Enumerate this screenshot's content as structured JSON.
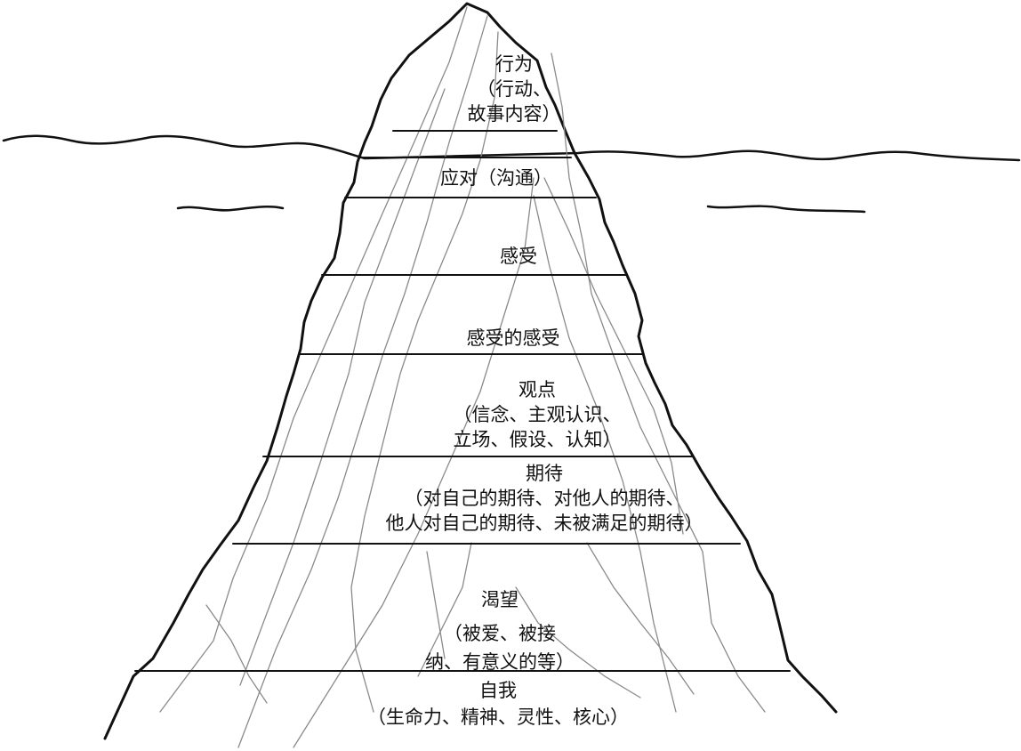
{
  "diagram": {
    "type": "iceberg",
    "colors": {
      "outline": "#111111",
      "crack": "#8a8a8a",
      "water": "#111111",
      "background": "#ffffff"
    },
    "layers": [
      {
        "id": "behavior",
        "lines": [
          "行为",
          "（行动、",
          "故事内容）"
        ]
      },
      {
        "id": "coping",
        "lines": [
          "应对（沟通）"
        ]
      },
      {
        "id": "feelings",
        "lines": [
          "感受"
        ]
      },
      {
        "id": "feelings-about-feelings",
        "lines": [
          "感受的感受"
        ]
      },
      {
        "id": "perceptions",
        "lines": [
          "观点",
          "（信念、主观认识、",
          "立场、假设、认知）"
        ]
      },
      {
        "id": "expectations",
        "lines": [
          "期待",
          "（对自己的期待、对他人的期待、",
          "他人对自己的期待、未被满足的期待）"
        ]
      },
      {
        "id": "yearnings",
        "lines": [
          "渴望",
          "（被爱、被接",
          "纳、有意义的等）"
        ]
      },
      {
        "id": "self",
        "lines": [
          "自我",
          "（生命力、精神、灵性、核心）"
        ]
      }
    ]
  }
}
